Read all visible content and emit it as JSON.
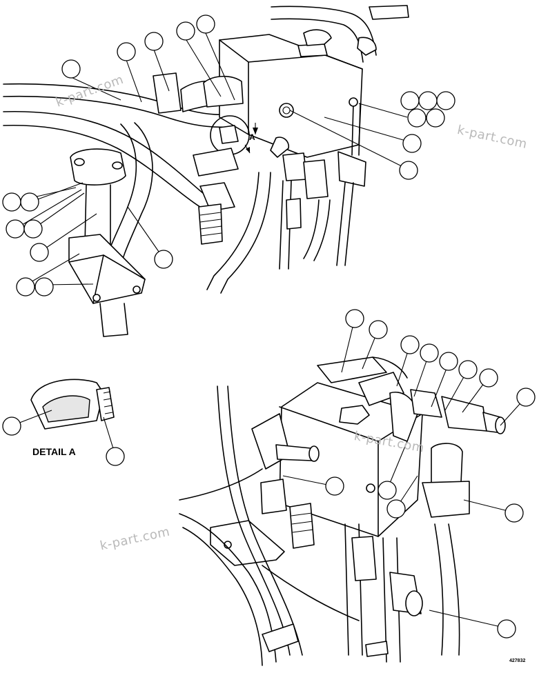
{
  "watermark": "k-part.com",
  "detail_label": "DETAIL A",
  "view_marker": "A",
  "figure_number": "427832"
}
